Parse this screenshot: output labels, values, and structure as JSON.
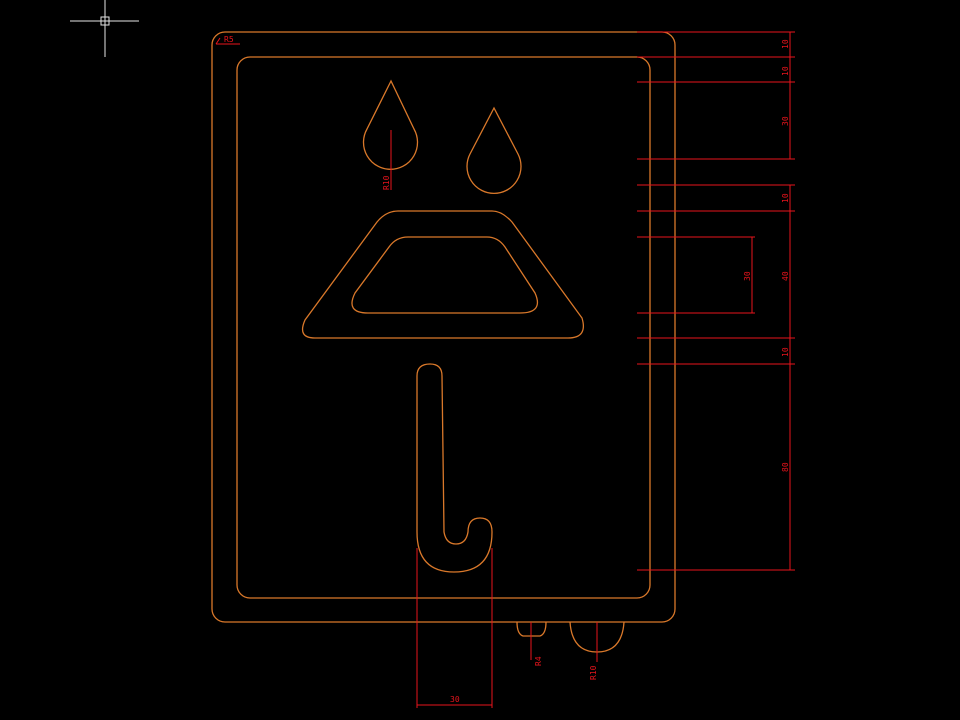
{
  "drawing": {
    "colors": {
      "background": "#000000",
      "geometry": "#d9782a",
      "dimension": "#e8141c",
      "cursor": "#e6e6e6"
    },
    "icons": {
      "cursor": "crosshair-cursor-icon"
    },
    "labels": {
      "corner_radius": "R5",
      "drop_radius": "R10",
      "notch_small": "R4",
      "notch_large": "R10",
      "handle_width": "30",
      "right_1": "10",
      "right_2": "10",
      "right_3": "30",
      "right_4": "10",
      "right_5": "40",
      "right_6": "10",
      "right_7": "80",
      "inner_vertical": "30"
    }
  }
}
